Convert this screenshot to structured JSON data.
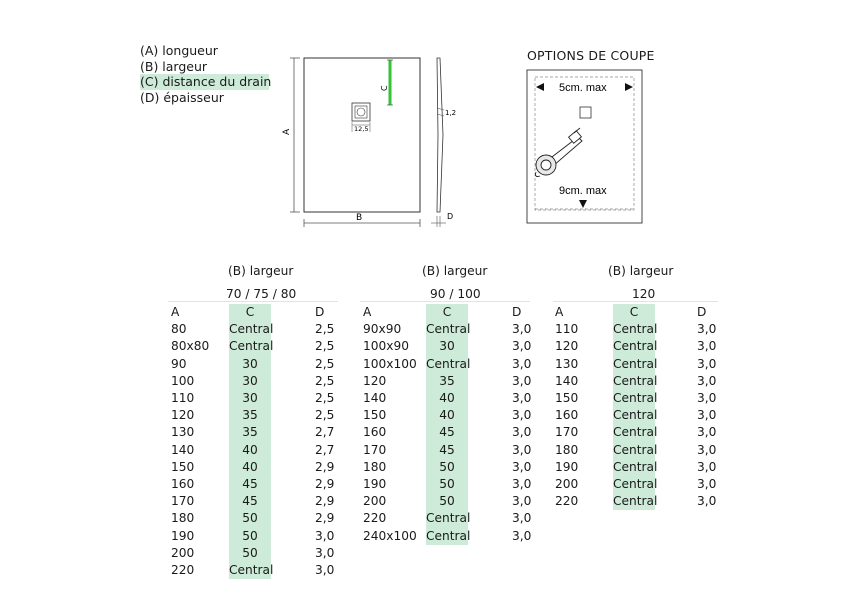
{
  "legend": [
    {
      "text": "(A) longueur",
      "highlight": false
    },
    {
      "text": "(B) largeur",
      "highlight": false
    },
    {
      "text": "(C) distance du drain",
      "highlight": true
    },
    {
      "text": "(D) épaisseur",
      "highlight": false
    }
  ],
  "diagram": {
    "label_a": "A",
    "label_b": "B",
    "label_c": "C",
    "label_d": "D",
    "drain_size": "12,5",
    "thickness": "1,2"
  },
  "options": {
    "title": "OPTIONS DE COUPE",
    "max_side": "5cm. max",
    "max_bottom": "9cm. max"
  },
  "colors": {
    "highlight": "#cdebd8",
    "drain_line": "#34c23a"
  },
  "tables": [
    {
      "title": "(B) largeur",
      "subtitle": "70 / 75 / 80",
      "headers": [
        "A",
        "C",
        "D"
      ],
      "rows": [
        [
          "80",
          "Central",
          "2,5"
        ],
        [
          "80x80",
          "Central",
          "2,5"
        ],
        [
          "90",
          "30",
          "2,5"
        ],
        [
          "100",
          "30",
          "2,5"
        ],
        [
          "110",
          "30",
          "2,5"
        ],
        [
          "120",
          "35",
          "2,5"
        ],
        [
          "130",
          "35",
          "2,7"
        ],
        [
          "140",
          "40",
          "2,7"
        ],
        [
          "150",
          "40",
          "2,9"
        ],
        [
          "160",
          "45",
          "2,9"
        ],
        [
          "170",
          "45",
          "2,9"
        ],
        [
          "180",
          "50",
          "2,9"
        ],
        [
          "190",
          "50",
          "3,0"
        ],
        [
          "200",
          "50",
          "3,0"
        ],
        [
          "220",
          "Central",
          "3,0"
        ]
      ]
    },
    {
      "title": "(B) largeur",
      "subtitle": "90 / 100",
      "headers": [
        "A",
        "C",
        "D"
      ],
      "rows": [
        [
          "90x90",
          "Central",
          "3,0"
        ],
        [
          "100x90",
          "30",
          "3,0"
        ],
        [
          "100x100",
          "Central",
          "3,0"
        ],
        [
          "120",
          "35",
          "3,0"
        ],
        [
          "140",
          "40",
          "3,0"
        ],
        [
          "150",
          "40",
          "3,0"
        ],
        [
          "160",
          "45",
          "3,0"
        ],
        [
          "170",
          "45",
          "3,0"
        ],
        [
          "180",
          "50",
          "3,0"
        ],
        [
          "190",
          "50",
          "3,0"
        ],
        [
          "200",
          "50",
          "3,0"
        ],
        [
          "220",
          "Central",
          "3,0"
        ],
        [
          "240x100",
          "Central",
          "3,0"
        ]
      ]
    },
    {
      "title": "(B) largeur",
      "subtitle": "120",
      "headers": [
        "A",
        "C",
        "D"
      ],
      "rows": [
        [
          "110",
          "Central",
          "3,0"
        ],
        [
          "120",
          "Central",
          "3,0"
        ],
        [
          "130",
          "Central",
          "3,0"
        ],
        [
          "140",
          "Central",
          "3,0"
        ],
        [
          "150",
          "Central",
          "3,0"
        ],
        [
          "160",
          "Central",
          "3,0"
        ],
        [
          "170",
          "Central",
          "3,0"
        ],
        [
          "180",
          "Central",
          "3,0"
        ],
        [
          "190",
          "Central",
          "3,0"
        ],
        [
          "200",
          "Central",
          "3,0"
        ],
        [
          "220",
          "Central",
          "3,0"
        ]
      ]
    }
  ]
}
